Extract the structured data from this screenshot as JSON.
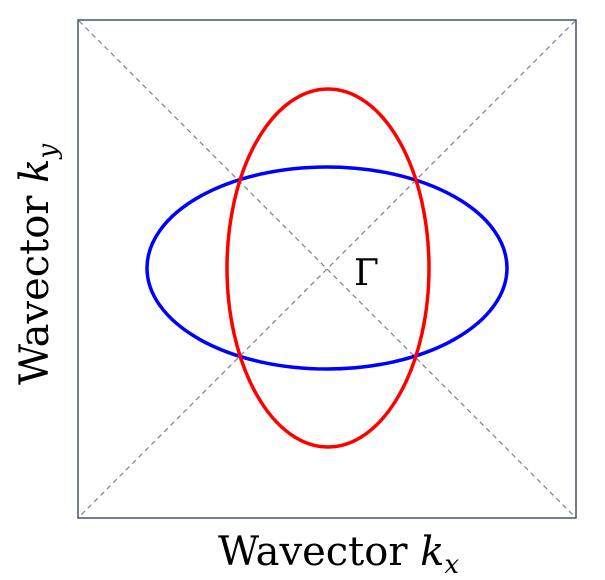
{
  "diagram": {
    "x_label": "Wavector ",
    "x_label_var": "k",
    "x_label_sub": "x",
    "y_label": "Wavector ",
    "y_label_var": "k",
    "y_label_sub": "y",
    "center_label": "Γ",
    "colors": {
      "frame": "#44546a",
      "diagonal": "#808080",
      "ellipse_horizontal": "#0000ff",
      "ellipse_vertical": "#ff0000"
    }
  }
}
